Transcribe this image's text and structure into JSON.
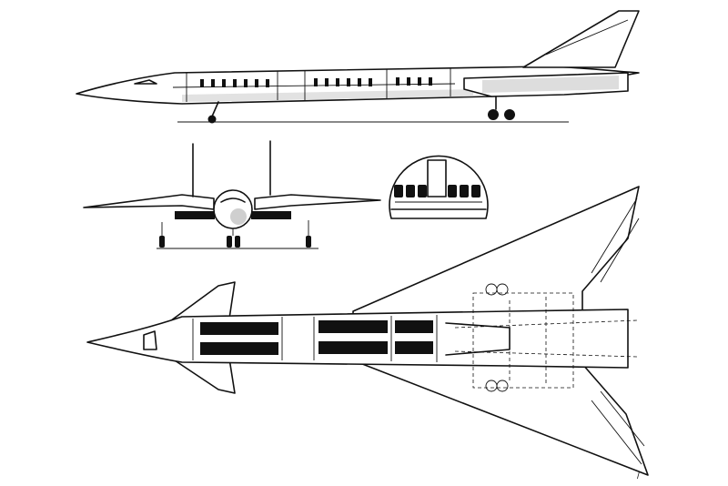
{
  "figure": {
    "views": [
      "side",
      "front",
      "cabin-section",
      "plan"
    ],
    "corner_mark": "/"
  }
}
